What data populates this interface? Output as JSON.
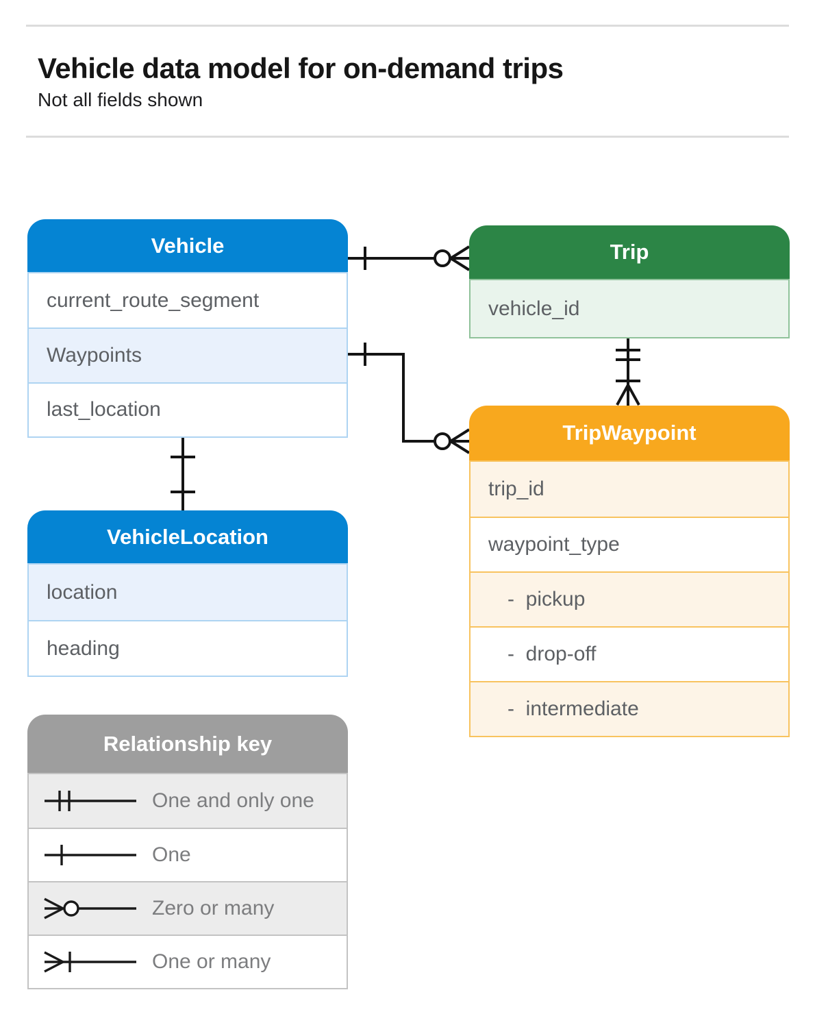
{
  "header": {
    "title": "Vehicle data model for on-demand trips",
    "subtitle": "Not all fields shown"
  },
  "entities": {
    "vehicle": {
      "title": "Vehicle",
      "fields": [
        "current_route_segment",
        "Waypoints",
        "last_location"
      ]
    },
    "trip": {
      "title": "Trip",
      "fields": [
        "vehicle_id"
      ]
    },
    "trip_waypoint": {
      "title": "TripWaypoint",
      "fields": [
        "trip_id",
        "waypoint_type",
        "-  pickup",
        "-  drop-off",
        "-  intermediate"
      ]
    },
    "vehicle_location": {
      "title": "VehicleLocation",
      "fields": [
        "location",
        "heading"
      ]
    }
  },
  "relationships": [
    {
      "from": "Vehicle",
      "to": "Trip",
      "from_cardinality": "one",
      "to_cardinality": "zero-or-many"
    },
    {
      "from": "Vehicle.Waypoints",
      "to": "TripWaypoint",
      "from_cardinality": "one",
      "to_cardinality": "zero-or-many"
    },
    {
      "from": "Trip",
      "to": "TripWaypoint",
      "from_cardinality": "one-and-only-one",
      "to_cardinality": "one-or-many"
    },
    {
      "from": "Vehicle",
      "to": "VehicleLocation",
      "from_cardinality": "one",
      "to_cardinality": "one"
    }
  ],
  "relationship_key": {
    "title": "Relationship key",
    "items": [
      {
        "symbol": "one-and-only-one",
        "label": "One and only one"
      },
      {
        "symbol": "one",
        "label": "One"
      },
      {
        "symbol": "zero-or-many",
        "label": "Zero or many"
      },
      {
        "symbol": "one-or-many",
        "label": "One or many"
      }
    ]
  },
  "colors": {
    "blue": "#0584d3",
    "blue-tint": "#e9f1fc",
    "blue-line": "#aed4f2",
    "green": "#2c8546",
    "green-tint": "#e9f4ec",
    "green-line": "#8fc29a",
    "orange": "#f8a81e",
    "orange-tint": "#fdf4e7",
    "orange-line": "#f8c35f",
    "gray": "#9e9e9e",
    "gray-tint": "#ececec",
    "gray-line": "#c3c3c3",
    "field-text": "#5d6064",
    "key-text": "#7c7d7f",
    "connector": "#141414"
  }
}
